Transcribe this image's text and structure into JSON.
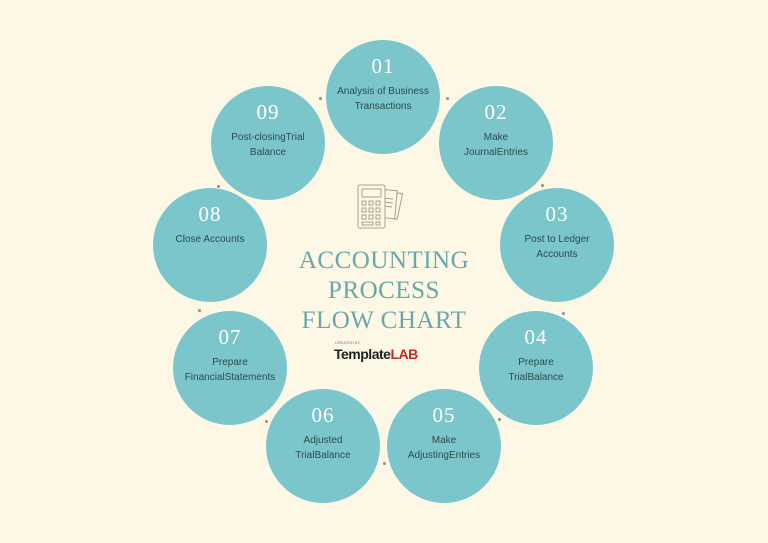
{
  "title_lines": [
    "ACCOUNTING",
    "PROCESS",
    "FLOW CHART"
  ],
  "brand": {
    "prefix": "Template",
    "suffix": "LAB",
    "tag": "CREATED BY"
  },
  "colors": {
    "background": "#fdf8e6",
    "circle": "#7bc6cb",
    "title": "#6aa7ab",
    "brand_accent": "#c8262b"
  },
  "center_icon": "calculator-and-documents-icon",
  "steps": [
    {
      "number": "01",
      "label": "Analysis of Business Transactions"
    },
    {
      "number": "02",
      "label": "Make JournalEntries"
    },
    {
      "number": "03",
      "label": "Post to Ledger Accounts"
    },
    {
      "number": "04",
      "label": "Prepare TrialBalance"
    },
    {
      "number": "05",
      "label": "Make AdjustingEntries"
    },
    {
      "number": "06",
      "label": "Adjusted TrialBalance"
    },
    {
      "number": "07",
      "label": "Prepare FinancialStatements"
    },
    {
      "number": "08",
      "label": "Close Accounts"
    },
    {
      "number": "09",
      "label": "Post-closingTrial Balance"
    }
  ]
}
